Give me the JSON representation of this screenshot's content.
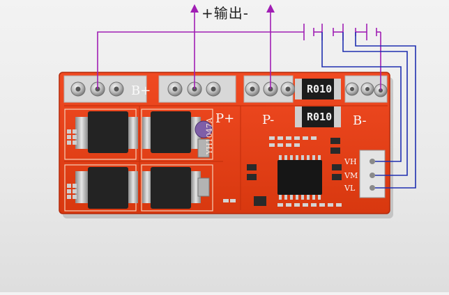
{
  "annotation": {
    "output_label": "+输出-"
  },
  "board": {
    "model_text": "YH1047A",
    "terminals": {
      "b_plus": "B+",
      "p_plus": "P+",
      "p_minus": "P-",
      "b_minus": "B-"
    },
    "resistors": [
      "R010",
      "R010"
    ],
    "balance_labels": [
      "VH",
      "VM",
      "VL"
    ]
  },
  "colors": {
    "pcb": "#e8401c",
    "pcb_dark": "#c8300f",
    "wire_magenta": "#a01eb4",
    "wire_blue": "#1f2fb0",
    "screw": "#c9c9c9",
    "mosfet": "#232323"
  }
}
